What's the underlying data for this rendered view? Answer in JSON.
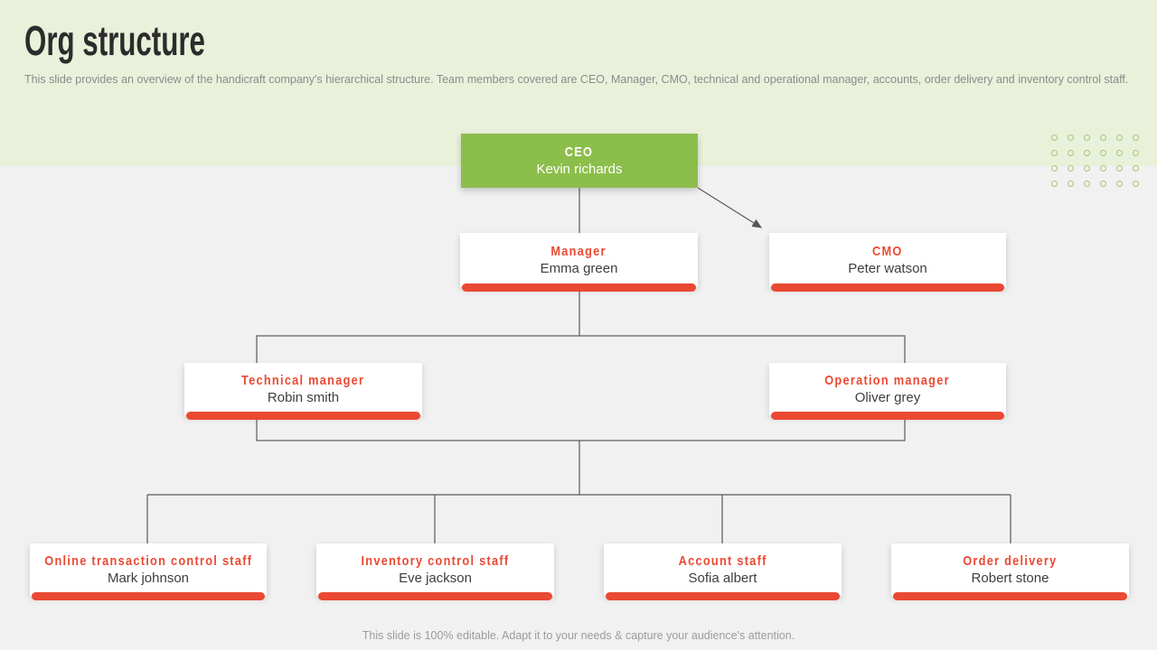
{
  "slide": {
    "title": "Org structure",
    "subtitle": "This slide provides an overview of the handicraft company's hierarchical structure. Team members covered are CEO,  Manager, CMO,  technical and operational manager, accounts, order delivery and inventory control staff.",
    "footer": "This slide is 100% editable. Adapt it to your needs & capture your audience's attention."
  },
  "org": {
    "ceo": {
      "role": "CEO",
      "name": "Kevin richards"
    },
    "level2": [
      {
        "role": "Manager",
        "name": "Emma green"
      },
      {
        "role": "CMO",
        "name": "Peter watson"
      }
    ],
    "level3": [
      {
        "role": "Technical manager",
        "name": "Robin smith"
      },
      {
        "role": "Operation manager",
        "name": "Oliver grey"
      }
    ],
    "level4": [
      {
        "role": "Online transaction control staff",
        "name": "Mark johnson"
      },
      {
        "role": "Inventory control staff",
        "name": "Eve jackson"
      },
      {
        "role": "Account staff",
        "name": "Sofia albert"
      },
      {
        "role": "Order delivery",
        "name": "Robert stone"
      }
    ]
  },
  "decor": {
    "dot_rows": 4,
    "dot_cols": 6
  },
  "colors": {
    "band_green": "#e9f1db",
    "node_green": "#8cbe4b",
    "accent_red": "#ea4932",
    "background_gray": "#f1f1f1",
    "connector_gray": "#595959",
    "dot_outline_green": "#a3c878"
  }
}
